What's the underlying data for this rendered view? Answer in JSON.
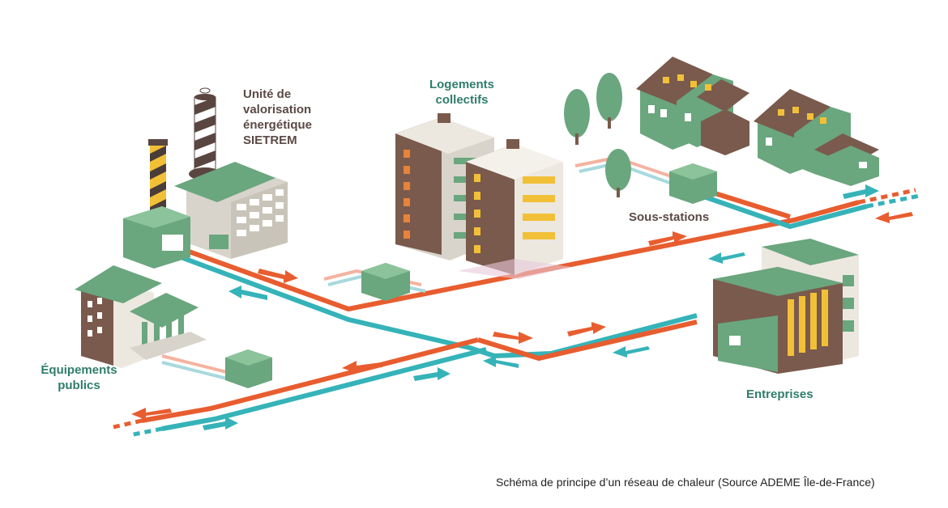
{
  "labels": {
    "incinerator": [
      "Unité de",
      "valorisation",
      "énergétique",
      "SIETREM"
    ],
    "housing": [
      "Logements",
      "collectifs"
    ],
    "substations": "Sous-stations",
    "public": [
      "Équipements",
      "publics"
    ],
    "companies": "Entreprises"
  },
  "caption": "Schéma de principe d’un réseau de chaleur (Source ADEME Île-de-France)",
  "colors": {
    "supply_pipe": "#e85d2f",
    "return_pipe": "#35b3b8",
    "building_green": "#6aa67e",
    "building_brown": "#7a5a4c",
    "label_dark": "#5b4a45",
    "label_green": "#2f7d6c"
  }
}
